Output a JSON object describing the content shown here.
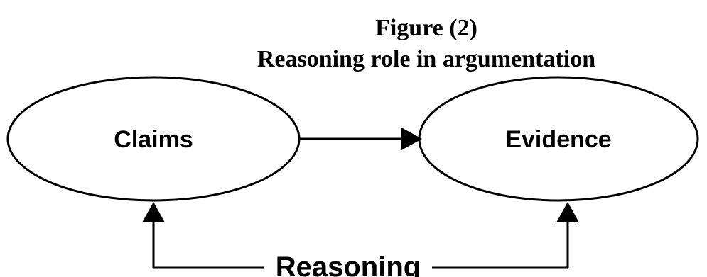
{
  "figure": {
    "number": "Figure (2)",
    "title": "Reasoning role in argumentation"
  },
  "nodes": {
    "claims": "Claims",
    "evidence": "Evidence"
  },
  "relation": {
    "label": "Reasoning"
  }
}
